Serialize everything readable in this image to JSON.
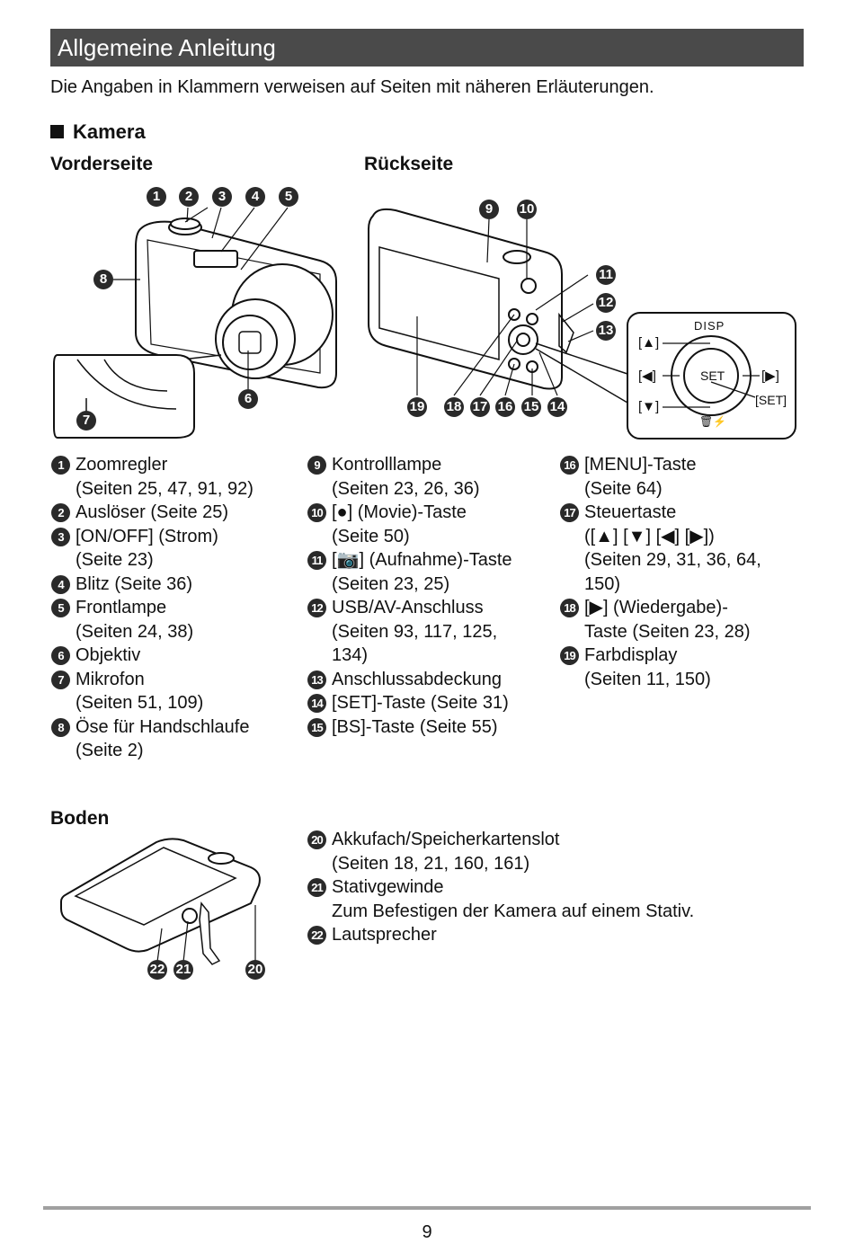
{
  "header": {
    "title": "Allgemeine Anleitung"
  },
  "intro": "Die Angaben in Klammern verweisen auf Seiten mit näheren Erläuterungen.",
  "section": {
    "title": "Kamera"
  },
  "subsections": {
    "front": "Vorderseite",
    "back": "Rückseite",
    "bottom": "Boden"
  },
  "callouts": {
    "front": [
      "1",
      "2",
      "3",
      "4",
      "5",
      "6",
      "7",
      "8"
    ],
    "back": [
      "9",
      "10",
      "11",
      "12",
      "13",
      "14",
      "15",
      "16",
      "17",
      "18",
      "19"
    ],
    "bottom": [
      "20",
      "21",
      "22"
    ]
  },
  "dpad_labels": {
    "disp": "DISP",
    "set": "SET",
    "up": "[▲]",
    "left": "[◀]",
    "down": "[▼]",
    "right": "[▶]",
    "set_bracket": "[SET]",
    "bottom_icon": "🗑⚡"
  },
  "list_col1": [
    {
      "n": "1",
      "lines": [
        "Zoomregler",
        "(Seiten 25, 47, 91, 92)"
      ]
    },
    {
      "n": "2",
      "lines": [
        "Auslöser (Seite 25)"
      ]
    },
    {
      "n": "3",
      "lines": [
        "[ON/OFF] (Strom)",
        "(Seite 23)"
      ]
    },
    {
      "n": "4",
      "lines": [
        "Blitz (Seite 36)"
      ]
    },
    {
      "n": "5",
      "lines": [
        "Frontlampe",
        "(Seiten 24, 38)"
      ]
    },
    {
      "n": "6",
      "lines": [
        "Objektiv"
      ]
    },
    {
      "n": "7",
      "lines": [
        "Mikrofon",
        "(Seiten 51, 109)"
      ]
    },
    {
      "n": "8",
      "lines": [
        "Öse für Handschlaufe",
        "(Seite 2)"
      ]
    }
  ],
  "list_col2": [
    {
      "n": "9",
      "lines": [
        "Kontrolllampe",
        "(Seiten 23, 26, 36)"
      ]
    },
    {
      "n": "10",
      "lines": [
        "[●] (Movie)-Taste",
        "(Seite 50)"
      ]
    },
    {
      "n": "11",
      "lines": [
        "[📷] (Aufnahme)-Taste",
        "(Seiten 23, 25)"
      ]
    },
    {
      "n": "12",
      "lines": [
        "USB/AV-Anschluss",
        "(Seiten 93, 117, 125,",
        "134)"
      ]
    },
    {
      "n": "13",
      "lines": [
        "Anschlussabdeckung"
      ]
    },
    {
      "n": "14",
      "lines": [
        "[SET]-Taste (Seite 31)"
      ]
    },
    {
      "n": "15",
      "lines": [
        "[BS]-Taste (Seite 55)"
      ]
    }
  ],
  "list_col3": [
    {
      "n": "16",
      "lines": [
        "[MENU]-Taste",
        "(Seite 64)"
      ]
    },
    {
      "n": "17",
      "lines": [
        "Steuertaste",
        "([▲] [▼] [◀] [▶])",
        "(Seiten 29, 31, 36, 64,",
        "150)"
      ]
    },
    {
      "n": "18",
      "lines": [
        "[▶] (Wiedergabe)-",
        "Taste (Seiten 23, 28)"
      ]
    },
    {
      "n": "19",
      "lines": [
        "Farbdisplay",
        "(Seiten 11, 150)"
      ]
    }
  ],
  "list_bottom": [
    {
      "n": "20",
      "lines": [
        "Akkufach/Speicherkartenslot",
        "(Seiten 18, 21, 160, 161)"
      ]
    },
    {
      "n": "21",
      "lines": [
        "Stativgewinde",
        "Zum Befestigen der Kamera auf einem Stativ."
      ]
    },
    {
      "n": "22",
      "lines": [
        "Lautsprecher"
      ]
    }
  ],
  "footer": {
    "page": "9"
  }
}
